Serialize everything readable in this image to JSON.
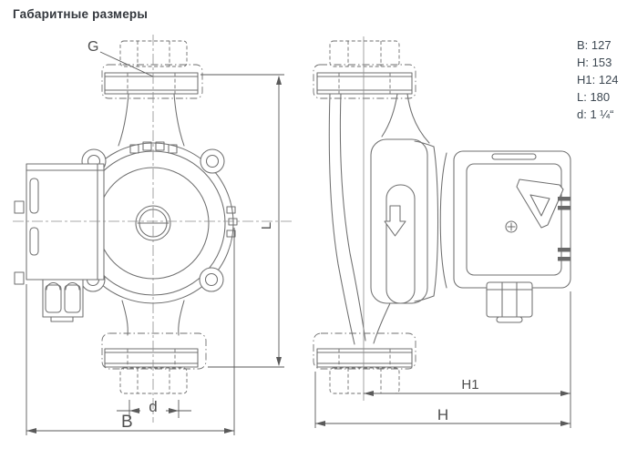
{
  "title": "Габаритные размеры",
  "views": {
    "front": {
      "name": "front view of circulation pump",
      "dim_labels": {
        "g": "G",
        "l": "L",
        "b": "B",
        "d": "d"
      }
    },
    "side": {
      "name": "side view of circulation pump",
      "dim_labels": {
        "h1": "H1",
        "h": "H"
      }
    }
  },
  "dimensions_list": {
    "items": [
      {
        "label": "B",
        "value": "127",
        "text": "B: 127"
      },
      {
        "label": "H",
        "value": "153",
        "text": "H: 153"
      },
      {
        "label": "H1",
        "value": "124",
        "text": "H1: 124"
      },
      {
        "label": "L",
        "value": "180",
        "text": "L: 180"
      },
      {
        "label": "d",
        "value": "1 ¼“",
        "text": "d: 1 ¼“"
      }
    ]
  },
  "colors": {
    "line": "#6f6f6f",
    "dim": "#5a5a5a",
    "label": "#4f4f4f",
    "list_text": "#3d4852",
    "title_text": "#33373d",
    "bg": "#ffffff"
  }
}
